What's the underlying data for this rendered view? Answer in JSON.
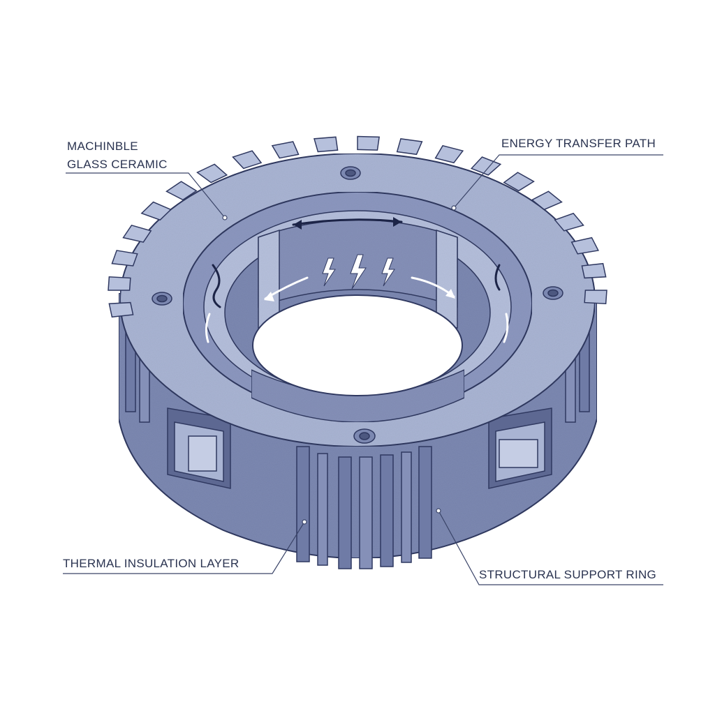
{
  "labels": {
    "machinable_line1": "MACHINBLE",
    "machinable_line2": "GLASS CERAMIC",
    "energy_transfer": "ENERGY TRANSFER PATH",
    "thermal_insulation": "THERMAL INSULATION LAYER",
    "structural_support": "STRUCTURAL SUPPORT RING"
  },
  "colors": {
    "ring_top": "#a9b4d3",
    "ring_top_light": "#c5cde4",
    "ring_side": "#7c88b1",
    "ring_side_dark": "#5d6892",
    "outline": "#2f3860",
    "leader": "#3a4468",
    "arrow_dark": "#1c2447",
    "arrow_light": "#ffffff",
    "background": "#ffffff"
  },
  "icons": {
    "energy": "lightning-bolt-icon",
    "flow": "curved-arrow-icon"
  }
}
